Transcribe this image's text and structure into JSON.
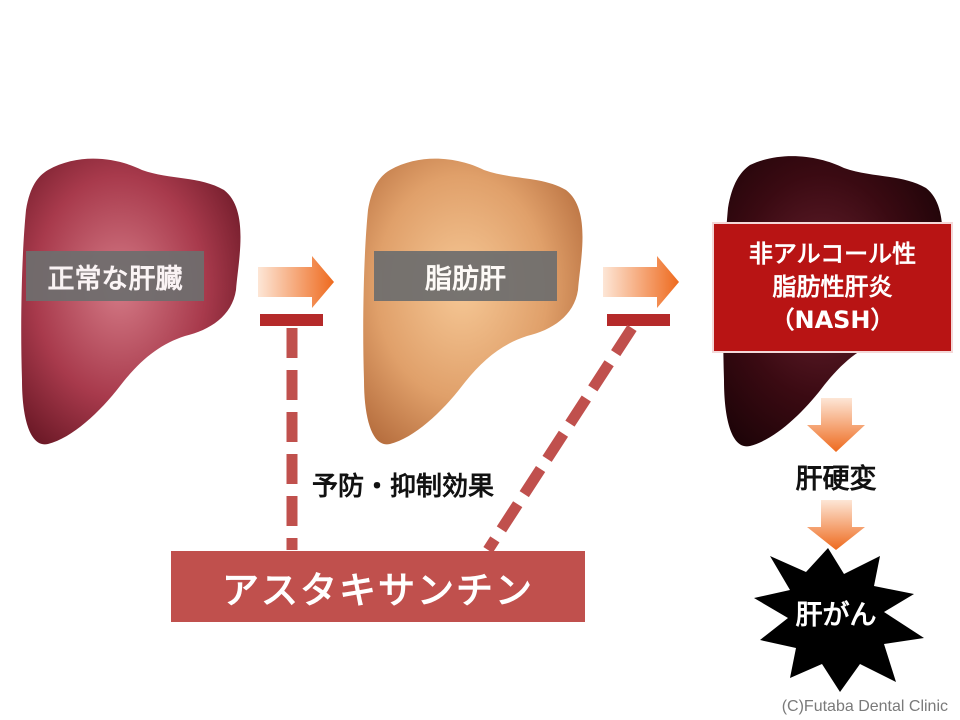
{
  "stages": {
    "normal_liver": "正常な肝臓",
    "fatty_liver": "脂肪肝",
    "nash_line1": "非アルコール性",
    "nash_line2": "脂肪性肝炎",
    "nash_line3": "（NASH）"
  },
  "progression": {
    "cirrhosis": "肝硬変",
    "cancer": "肝がん"
  },
  "effect_label": "予防・抑制効果",
  "astaxanthin_label": "アスタキサンチン",
  "copyright": "(C)Futaba Dental Clinic",
  "colors": {
    "normal_liver": "#a83a4c",
    "fatty_liver": "#e0a06a",
    "nash_liver": "#3a0a12",
    "nash_box": "#b81414",
    "astaxanthin_box": "#c0504d",
    "arrow": "#f07a30",
    "inhibit": "#b52a2a"
  }
}
